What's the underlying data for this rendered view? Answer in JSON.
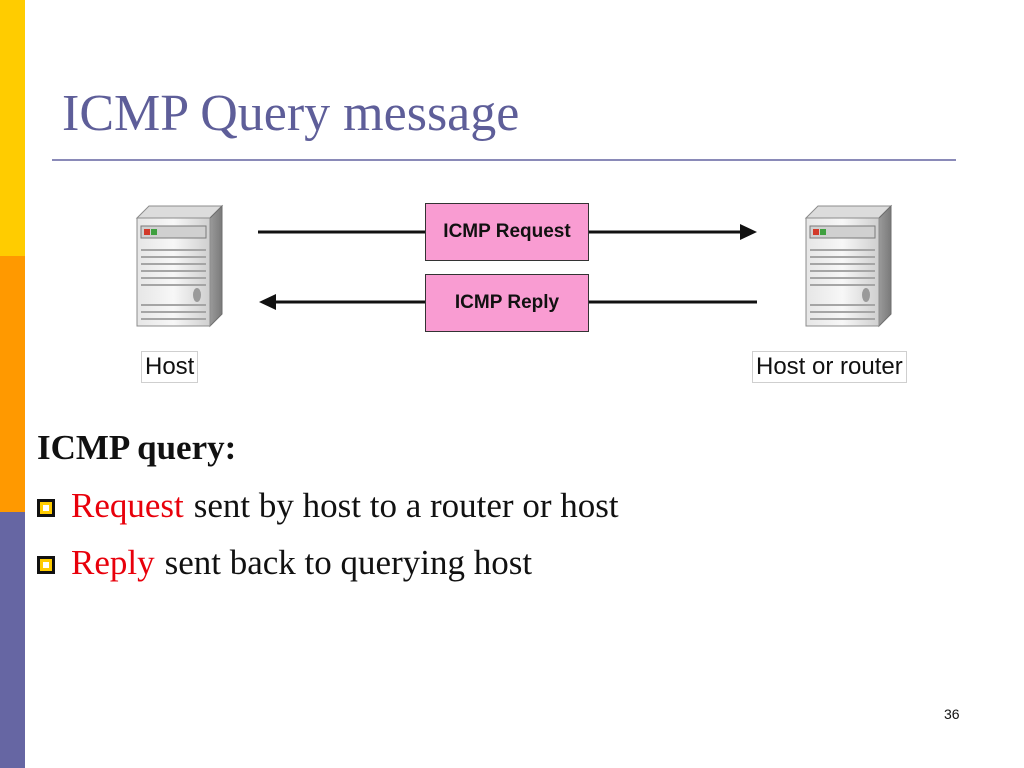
{
  "slide": {
    "title": "ICMP Query message",
    "page_number": "36"
  },
  "diagram": {
    "request_label": "ICMP Request",
    "reply_label": "ICMP Reply",
    "left_node_label": "Host",
    "right_node_label": "Host or router",
    "left_node_icon": "server-icon",
    "right_node_icon": "server-icon",
    "box_color": "#F99CD2"
  },
  "body": {
    "heading": "ICMP query:",
    "bullets": [
      {
        "highlight": "Request",
        "text": "sent by host to a router or host"
      },
      {
        "highlight": "Reply",
        "text": "sent back to querying host"
      }
    ],
    "highlight_color": "#E8000B"
  },
  "theme": {
    "title_color": "#5E5E99",
    "bar_colors": [
      "#FFCC00",
      "#FF9900",
      "#6666A3"
    ]
  }
}
